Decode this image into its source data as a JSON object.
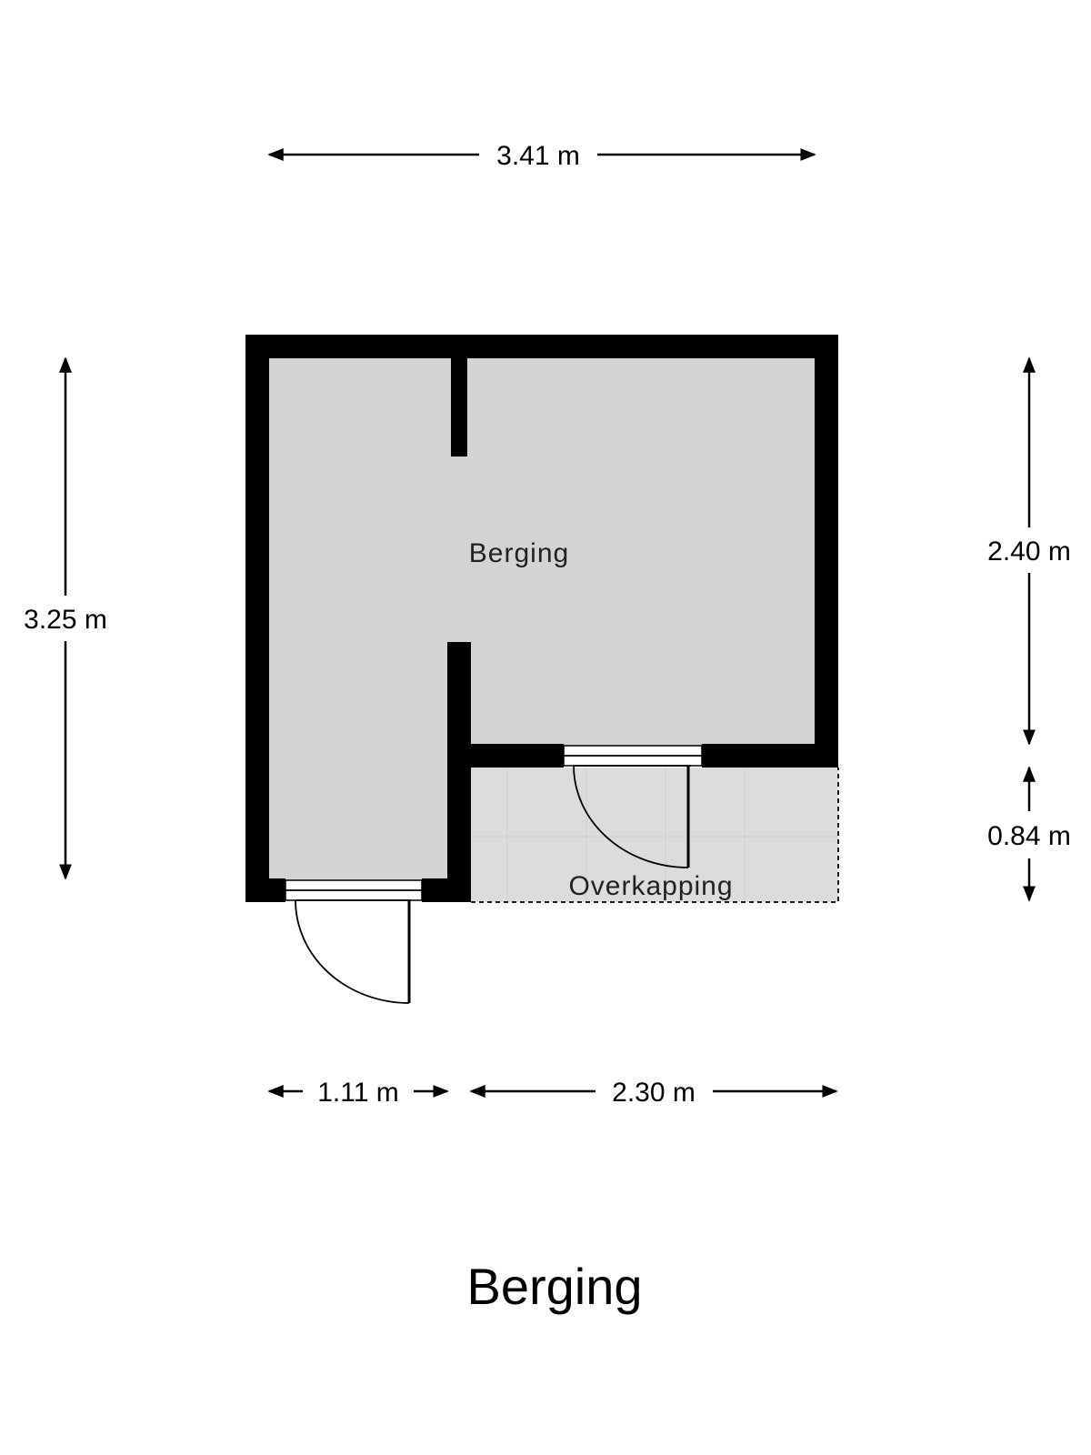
{
  "dimensions": {
    "top_width": "3.41 m",
    "left_height": "3.25 m",
    "right_upper_height": "2.40 m",
    "right_lower_height": "0.84 m",
    "bottom_left_width": "1.11 m",
    "bottom_right_width": "2.30 m"
  },
  "rooms": {
    "storage_label": "Berging",
    "canopy_label": "Overkapping"
  },
  "title": "Berging"
}
